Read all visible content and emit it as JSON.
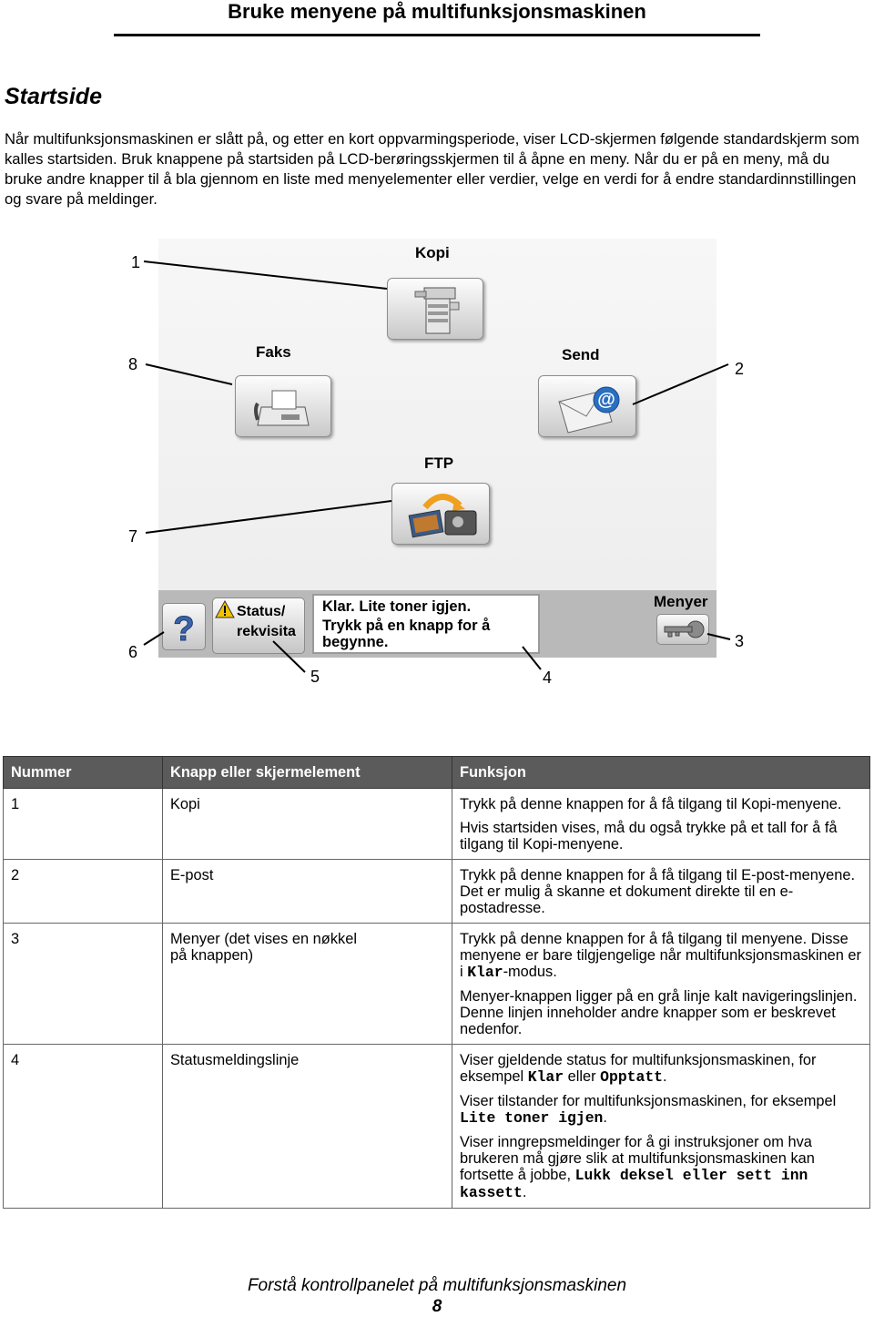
{
  "header": {
    "title": "Bruke menyene på multifunksjonsmaskinen"
  },
  "section": {
    "title": "Startside",
    "intro": "Når multifunksjonsmaskinen er slått på, og etter en kort oppvarmingsperiode, viser LCD-skjermen følgende standardskjerm som kalles startsiden. Bruk knappene på startsiden på LCD-berøringsskjermen til å åpne en meny. Når du er på en meny, må du bruke andre knapper til å bla gjennom en liste med menyelementer eller verdier, velge en verdi for å endre standardinnstillingen og svare på meldinger."
  },
  "screen": {
    "kopi_label": "Kopi",
    "faks_label": "Faks",
    "send_label": "Send",
    "ftp_label": "FTP",
    "status_btn_line1": "Status/",
    "status_btn_line2": "rekvisita",
    "status_line1": "Klar. Lite toner igjen.",
    "status_line2": "Trykk på en knapp for å",
    "status_line3": "begynne.",
    "menyer_label": "Menyer",
    "icons": [
      "copier-icon",
      "fax-icon",
      "envelope-email-icon",
      "ftp-transfer-icon",
      "help-question-icon",
      "warning-icon",
      "key-icon"
    ]
  },
  "callouts": [
    "1",
    "2",
    "3",
    "4",
    "5",
    "6",
    "7",
    "8"
  ],
  "table": {
    "headers": [
      "Nummer",
      "Knapp eller skjermelement",
      "Funksjon"
    ],
    "rows": [
      {
        "num": "1",
        "element": "Kopi",
        "f1": "Trykk på denne knappen for å få tilgang til Kopi-menyene.",
        "f2": "Hvis startsiden vises, må du også trykke på et tall for å få tilgang til Kopi-menyene."
      },
      {
        "num": "2",
        "element": "E-post",
        "f1": "Trykk på denne knappen for å få tilgang til E-post-menyene. Det er mulig å skanne et dokument direkte til en e-postadresse."
      },
      {
        "num": "3",
        "element": "Menyer (det vises en nøkkel på knappen)",
        "f1a": "Trykk på denne knappen for å få tilgang til menyene. Disse menyene er bare tilgjengelige når multifunksjonsmaskinen er i ",
        "f1code": "Klar",
        "f1b": "-modus.",
        "f2": "Menyer-knappen ligger på en grå linje kalt navigeringslinjen. Denne linjen inneholder andre knapper som er beskrevet nedenfor."
      },
      {
        "num": "4",
        "element": "Statusmeldingslinje",
        "f1a": "Viser gjeldende status for multifunksjonsmaskinen, for eksempel ",
        "f1code1": "Klar",
        "f1mid": " eller ",
        "f1code2": "Opptatt",
        "f1end": ".",
        "f2a": "Viser tilstander for multifunksjonsmaskinen, for eksempel ",
        "f2code": "Lite toner igjen",
        "f2end": ".",
        "f3a": "Viser inngrepsmeldinger for å gi instruksjoner om hva brukeren må gjøre slik at multifunksjonsmaskinen kan fortsette å jobbe, ",
        "f3code": "Lukk deksel eller sett inn kassett",
        "f3end": "."
      }
    ]
  },
  "footer": {
    "title": "Forstå kontrollpanelet på multifunksjonsmaskinen",
    "page": "8"
  }
}
